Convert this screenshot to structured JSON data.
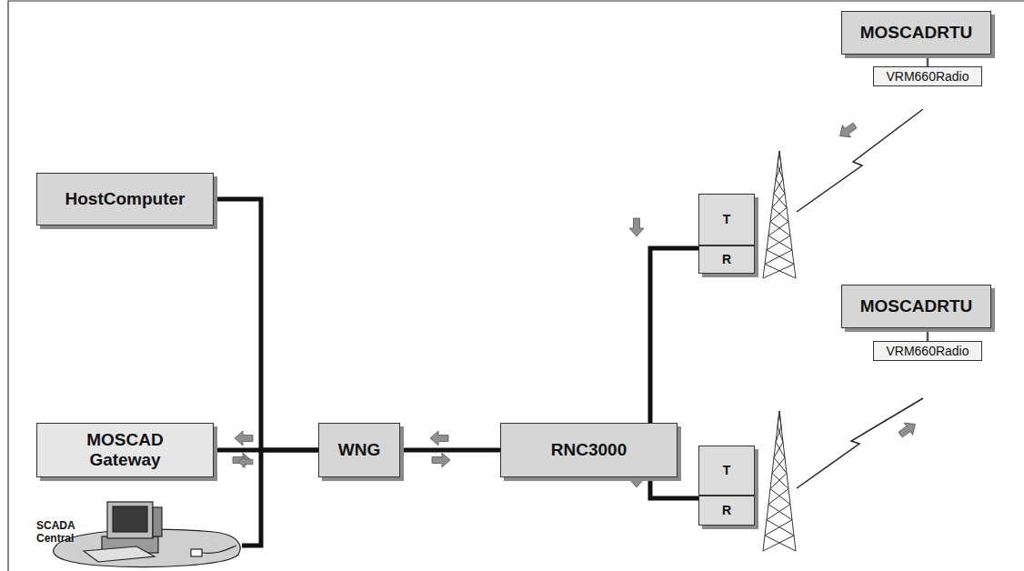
{
  "diagram": {
    "nodes": [
      {
        "text": [
          "MOSCADRTU"
        ]
      },
      {
        "text": [
          "VRM660Radio"
        ]
      },
      {
        "text": [
          "HostComputer"
        ]
      },
      {
        "text": [
          "T"
        ]
      },
      {
        "text": [
          "R"
        ]
      },
      {
        "text": [
          "MOSCAD Gateway"
        ]
      },
      {
        "text": [
          "WNG"
        ]
      },
      {
        "text": [
          "RNC3000"
        ]
      },
      {
        "text": [
          "MOSCADRTU"
        ]
      },
      {
        "text": [
          "VRM660Radio"
        ]
      },
      {
        "text": [
          "T"
        ]
      },
      {
        "text": [
          "R"
        ]
      }
    ],
    "edges": [
      {
        "from": 0,
        "to": 1,
        "arrow": "none"
      },
      {
        "from": 2,
        "to": 6,
        "arrow": "none"
      },
      {
        "from": 5,
        "to": 6,
        "arrow": "none"
      },
      {
        "from": 6,
        "to": 7,
        "arrow": "none"
      },
      {
        "from": 7,
        "to": 4,
        "arrow": "none"
      },
      {
        "from": 7,
        "to": 11,
        "arrow": "none"
      },
      {
        "from": 8,
        "to": 9,
        "arrow": "none"
      }
    ],
    "labels": [
      "SCADA Central"
    ]
  }
}
